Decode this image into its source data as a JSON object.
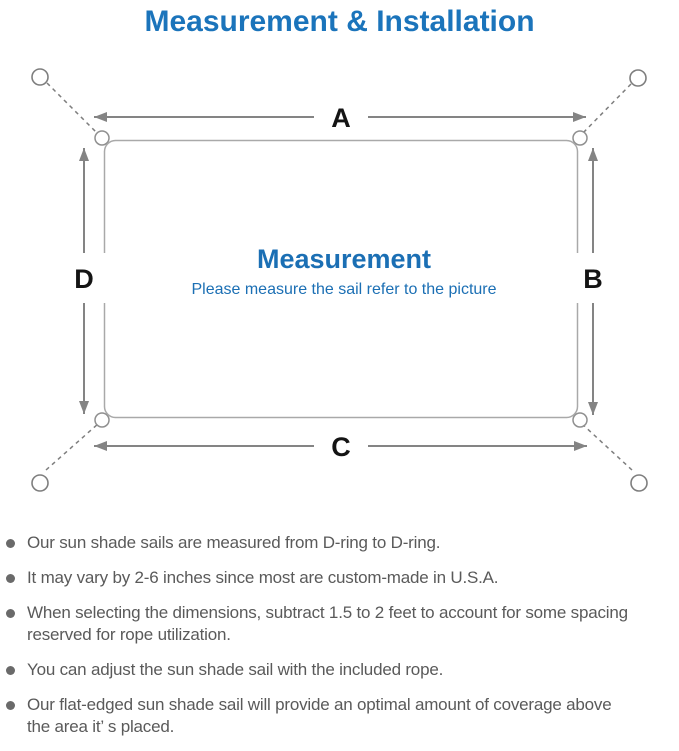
{
  "header": {
    "title": "Measurement & Installation"
  },
  "diagram": {
    "labels": {
      "top": "A",
      "right": "B",
      "bottom": "C",
      "left": "D"
    },
    "center": {
      "title": "Measurement",
      "subtitle": "Please measure the sail refer to the picture"
    }
  },
  "notes": {
    "items": [
      {
        "text": "Our sun shade sails are measured from D-ring to D-ring."
      },
      {
        "text": "It may vary by 2-6 inches since most are custom-made in U.S.A."
      },
      {
        "text": "When selecting the dimensions, subtract 1.5 to 2 feet to account for some spacing\nreserved for rope utilization."
      },
      {
        "text": "You can adjust the sun shade sail with the included rope."
      },
      {
        "text": "Our flat-edged sun shade sail will provide an optimal amount of coverage above\nthe area it’ s placed."
      }
    ]
  },
  "colors": {
    "title_blue": "#1b74bb",
    "center_blue": "#1b6fb4",
    "note_gray": "#5a5a5a",
    "arrow_gray": "#848484",
    "outline_gray": "#a9a9a9"
  }
}
